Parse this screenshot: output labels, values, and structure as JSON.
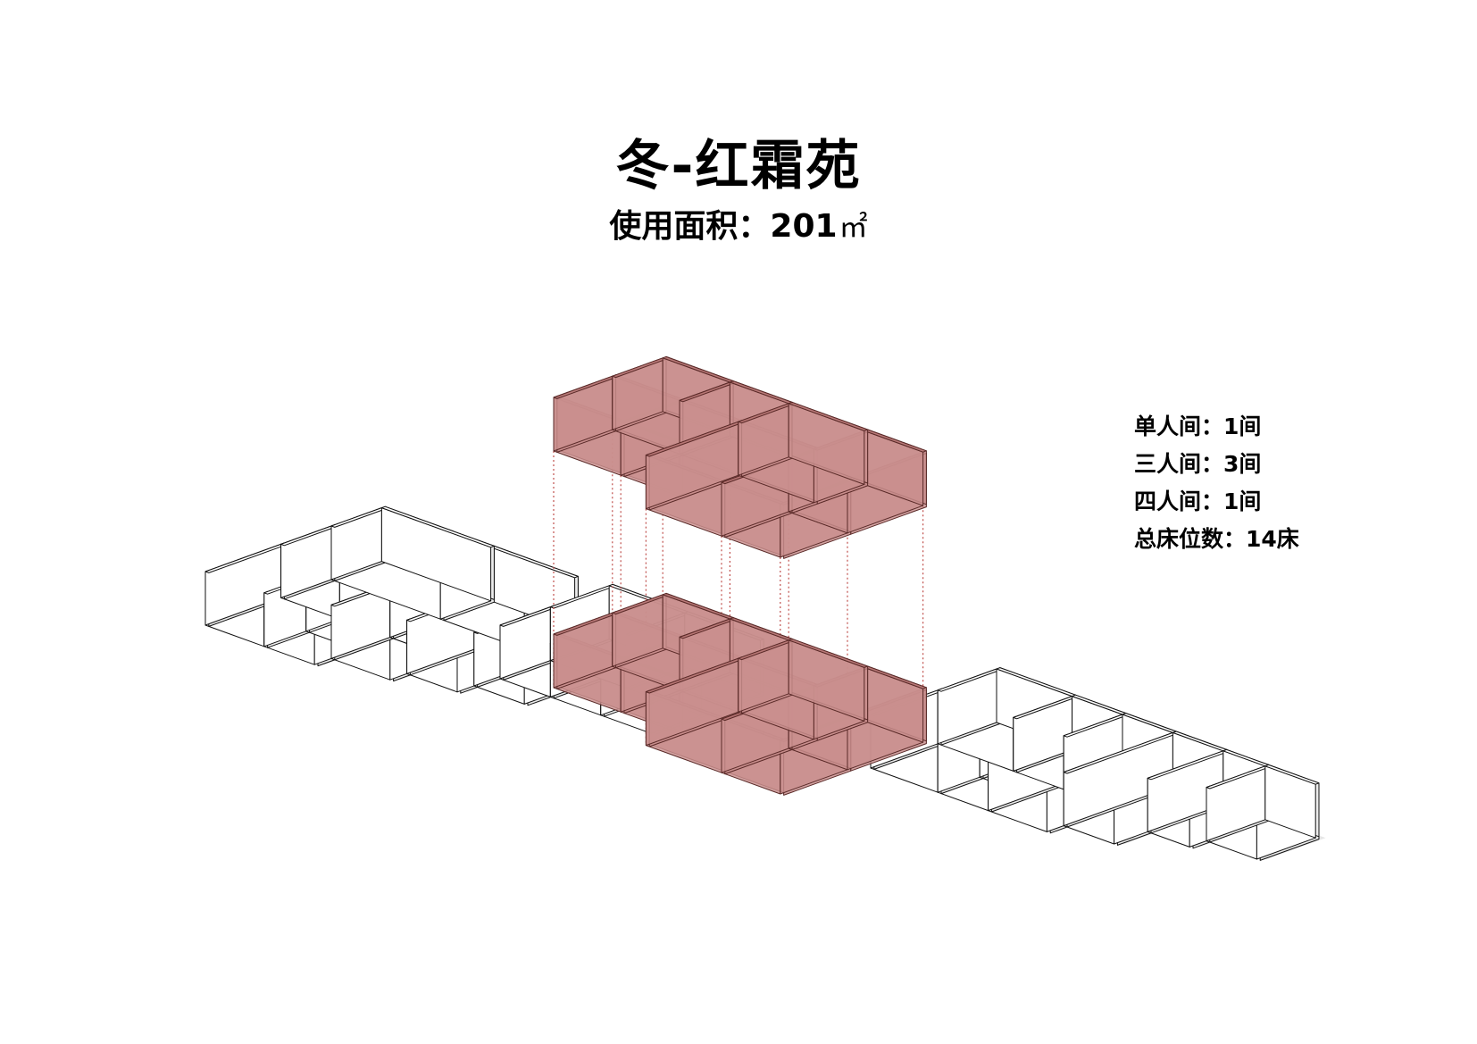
{
  "header": {
    "title": "冬-红霜苑",
    "area_label": "使用面积：",
    "area_value": "201",
    "area_unit": "㎡"
  },
  "stats": [
    {
      "label": "单人间：",
      "value": "1间"
    },
    {
      "label": "三人间：",
      "value": "3间"
    },
    {
      "label": "四人间：",
      "value": "1间"
    },
    {
      "label": "总床位数：",
      "value": "14床"
    }
  ],
  "colors": {
    "highlight_fill": "#c98f8d",
    "highlight_stroke": "#5a2a28",
    "wall_top": "#ffffff",
    "wall_side": "#e4e4e4",
    "shadow": "#d6d6d6",
    "leader_line": "#c0504d"
  }
}
